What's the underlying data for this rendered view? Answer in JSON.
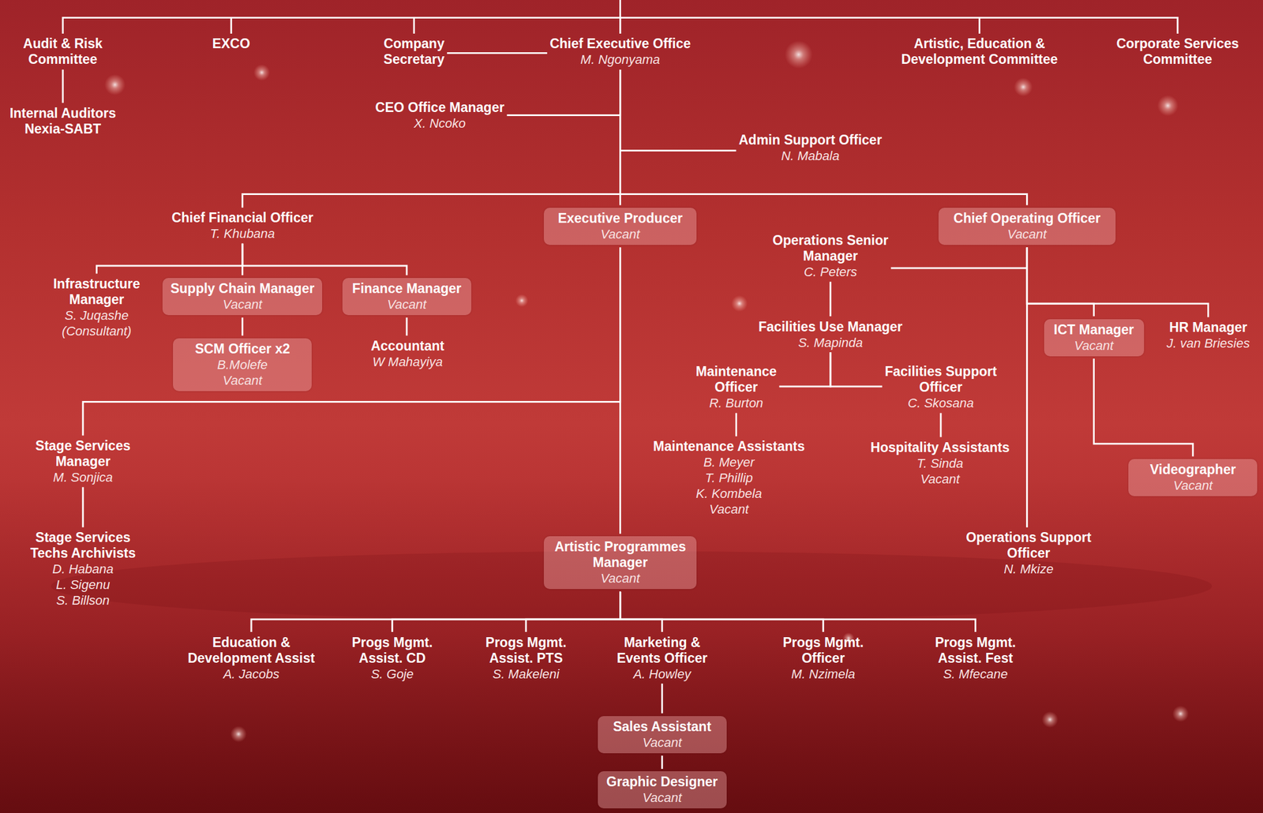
{
  "diagram": {
    "nodes": [
      {
        "text": [
          "Audit & Risk Committee"
        ]
      },
      {
        "text": [
          "Internal Auditors Nexia-SABT"
        ]
      },
      {
        "text": [
          "EXCO"
        ]
      },
      {
        "text": [
          "Company Secretary"
        ]
      },
      {
        "text": [
          "Chief Executive Office",
          "M. Ngonyama"
        ]
      },
      {
        "text": [
          "Artistic, Education & Development Committee"
        ]
      },
      {
        "text": [
          "Corporate Services Committee"
        ]
      },
      {
        "text": [
          "CEO Office Manager",
          "X. Ncoko"
        ]
      },
      {
        "text": [
          "Admin Support Officer",
          "N. Mabala"
        ]
      },
      {
        "text": [
          "Chief Financial Officer",
          "T. Khubana"
        ]
      },
      {
        "text": [
          "Executive Producer",
          "Vacant"
        ]
      },
      {
        "text": [
          "Chief Operating Officer",
          "Vacant"
        ]
      },
      {
        "text": [
          "Operations Senior Manager",
          "C. Peters"
        ]
      },
      {
        "text": [
          "Infrastructure Manager",
          "S. Juqashe (Consultant)"
        ]
      },
      {
        "text": [
          "Supply Chain Manager",
          "Vacant"
        ]
      },
      {
        "text": [
          "Finance Manager",
          "Vacant"
        ]
      },
      {
        "text": [
          "SCM Officer x2",
          "B.Molefe",
          "Vacant"
        ]
      },
      {
        "text": [
          "Accountant",
          "W Mahayiya"
        ]
      },
      {
        "text": [
          "Facilities Use Manager",
          "S. Mapinda"
        ]
      },
      {
        "text": [
          "ICT Manager",
          "Vacant"
        ]
      },
      {
        "text": [
          "HR Manager",
          "J. van Briesies"
        ]
      },
      {
        "text": [
          "Maintenance Officer",
          "R. Burton"
        ]
      },
      {
        "text": [
          "Facilities Support Officer",
          "C. Skosana"
        ]
      },
      {
        "text": [
          "Maintenance Assistants",
          "B. Meyer",
          "T. Phillip",
          "K. Kombela",
          "Vacant"
        ]
      },
      {
        "text": [
          "Hospitality Assistants",
          "T. Sinda",
          "Vacant"
        ]
      },
      {
        "text": [
          "Videographer",
          "Vacant"
        ]
      },
      {
        "text": [
          "Stage Services Manager",
          "M. Sonjica"
        ]
      },
      {
        "text": [
          "Stage Services Techs Archivists",
          "D. Habana",
          "L. Sigenu",
          "S. Billson"
        ]
      },
      {
        "text": [
          "Artistic Programmes Manager",
          "Vacant"
        ]
      },
      {
        "text": [
          "Operations Support Officer",
          "N. Mkize"
        ]
      },
      {
        "text": [
          "Education & Development Assist",
          "A. Jacobs"
        ]
      },
      {
        "text": [
          "Progs Mgmt. Assist. CD",
          "S. Goje"
        ]
      },
      {
        "text": [
          "Progs Mgmt. Assist. PTS",
          "S. Makeleni"
        ]
      },
      {
        "text": [
          "Marketing & Events Officer",
          "A. Howley"
        ]
      },
      {
        "text": [
          "Progs Mgmt. Officer",
          "M. Nzimela"
        ]
      },
      {
        "text": [
          "Progs Mgmt. Assist. Fest",
          "S. Mfecane"
        ]
      },
      {
        "text": [
          "Sales Assistant",
          "Vacant"
        ]
      },
      {
        "text": [
          "Graphic Designer",
          "Vacant"
        ]
      }
    ],
    "edges": [
      {
        "from": 4,
        "to": 0,
        "arrow": "none"
      },
      {
        "from": 4,
        "to": 2,
        "arrow": "none"
      },
      {
        "from": 4,
        "to": 3,
        "arrow": "none"
      },
      {
        "from": 4,
        "to": 5,
        "arrow": "none"
      },
      {
        "from": 4,
        "to": 6,
        "arrow": "none"
      },
      {
        "from": 0,
        "to": 1,
        "arrow": "none"
      },
      {
        "from": 4,
        "to": 7,
        "arrow": "none"
      },
      {
        "from": 4,
        "to": 8,
        "arrow": "none"
      },
      {
        "from": 4,
        "to": 9,
        "arrow": "none"
      },
      {
        "from": 4,
        "to": 10,
        "arrow": "none"
      },
      {
        "from": 4,
        "to": 11,
        "arrow": "none"
      },
      {
        "from": 9,
        "to": 13,
        "arrow": "none"
      },
      {
        "from": 9,
        "to": 14,
        "arrow": "none"
      },
      {
        "from": 9,
        "to": 15,
        "arrow": "none"
      },
      {
        "from": 14,
        "to": 16,
        "arrow": "none"
      },
      {
        "from": 15,
        "to": 17,
        "arrow": "none"
      },
      {
        "from": 10,
        "to": 26,
        "arrow": "none"
      },
      {
        "from": 10,
        "to": 28,
        "arrow": "none"
      },
      {
        "from": 11,
        "to": 12,
        "arrow": "none"
      },
      {
        "from": 11,
        "to": 19,
        "arrow": "none"
      },
      {
        "from": 11,
        "to": 20,
        "arrow": "none"
      },
      {
        "from": 11,
        "to": 29,
        "arrow": "none"
      },
      {
        "from": 12,
        "to": 18,
        "arrow": "none"
      },
      {
        "from": 18,
        "to": 21,
        "arrow": "none"
      },
      {
        "from": 18,
        "to": 22,
        "arrow": "none"
      },
      {
        "from": 21,
        "to": 23,
        "arrow": "none"
      },
      {
        "from": 22,
        "to": 24,
        "arrow": "none"
      },
      {
        "from": 19,
        "to": 25,
        "arrow": "none"
      },
      {
        "from": 26,
        "to": 27,
        "arrow": "none"
      },
      {
        "from": 28,
        "to": 30,
        "arrow": "none"
      },
      {
        "from": 28,
        "to": 31,
        "arrow": "none"
      },
      {
        "from": 28,
        "to": 32,
        "arrow": "none"
      },
      {
        "from": 28,
        "to": 33,
        "arrow": "none"
      },
      {
        "from": 28,
        "to": 34,
        "arrow": "none"
      },
      {
        "from": 28,
        "to": 35,
        "arrow": "none"
      },
      {
        "from": 33,
        "to": 36,
        "arrow": "none"
      },
      {
        "from": 36,
        "to": 37,
        "arrow": "none"
      }
    ]
  }
}
